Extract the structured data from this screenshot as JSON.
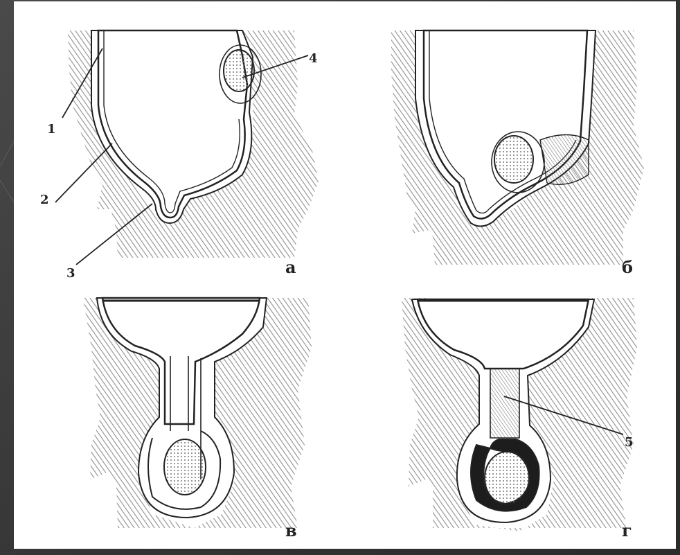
{
  "panels": [
    {
      "id": "a",
      "letter": "а"
    },
    {
      "id": "b",
      "letter": "б"
    },
    {
      "id": "v",
      "letter": "в"
    },
    {
      "id": "g",
      "letter": "г"
    }
  ],
  "callouts": [
    {
      "number": "1"
    },
    {
      "number": "2"
    },
    {
      "number": "3"
    },
    {
      "number": "4"
    },
    {
      "number": "5"
    }
  ],
  "colors": {
    "background": "#3b3b3b",
    "paper": "#ffffff",
    "ink": "#222222",
    "hatch": "#9a9a9a"
  }
}
